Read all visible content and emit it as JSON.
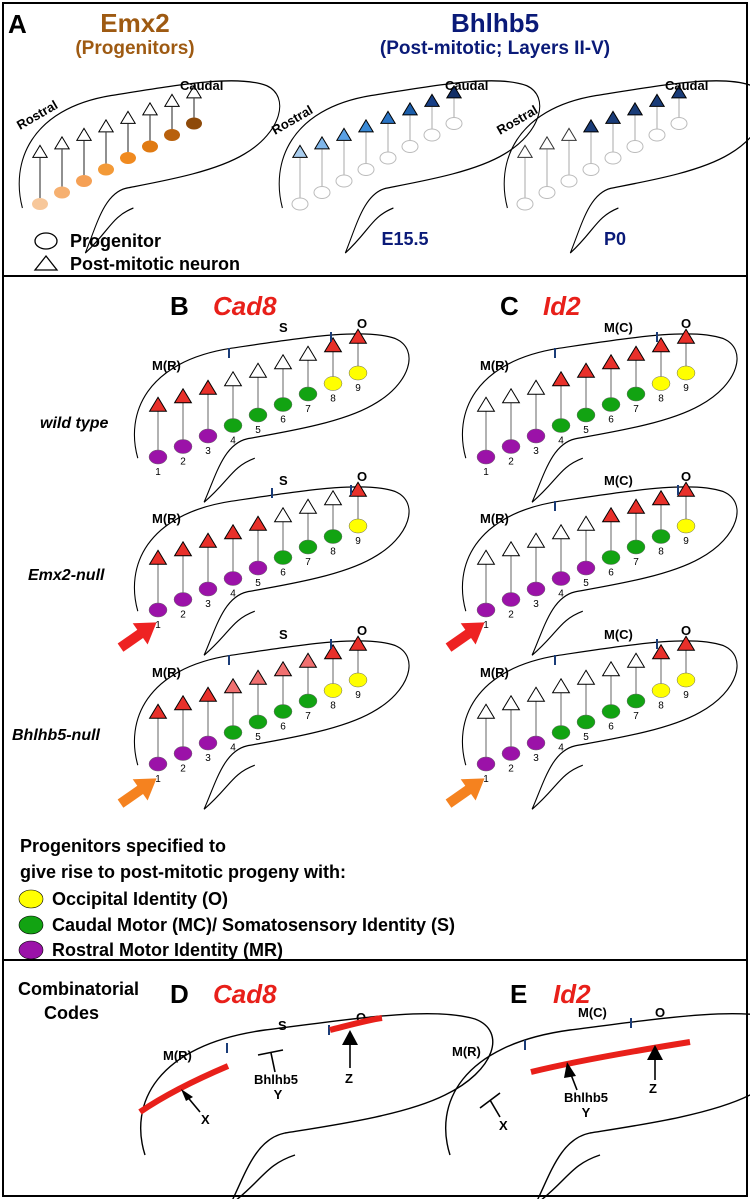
{
  "panelA": {
    "letter": "A",
    "emx2_title": "Emx2",
    "emx2_sub": "(Progenitors)",
    "bhlhb5_title": "Bhlhb5",
    "bhlhb5_sub": "(Post-mitotic; Layers II-V)",
    "rostral": "Rostral",
    "caudal": "Caudal",
    "stage1": "E15.5",
    "stage2": "P0",
    "legend_progenitor": "Progenitor",
    "legend_neuron": "Post-mitotic neuron",
    "emx2_colors": [
      "#f7c79a",
      "#f6b070",
      "#f5a055",
      "#f39a38",
      "#f08a20",
      "#e07a12",
      "#b8600c",
      "#8e4a0a"
    ],
    "e155_colors": [
      "#a9cdee",
      "#7fb6ea",
      "#5aa0e4",
      "#3a8ad6",
      "#2a74c4",
      "#1c5eaa",
      "#173f86",
      "#112e66"
    ],
    "p0_colors": [
      "#ffffff",
      "#ffffff",
      "#ffffff",
      "#1a3c78",
      "#1a3c78",
      "#1a3c78",
      "#1a3c78",
      "#1a3c78"
    ]
  },
  "panelB": {
    "letter": "B",
    "gene": "Cad8"
  },
  "panelC": {
    "letter": "C",
    "gene": "Id2"
  },
  "genotypes": [
    "wild type",
    "Emx2-null",
    "Bhlhb5-null"
  ],
  "areas": {
    "mr": "M(R)",
    "s": "S",
    "mc": "M(C)",
    "o": "O"
  },
  "neuron_numbers": [
    "1",
    "2",
    "3",
    "4",
    "5",
    "6",
    "7",
    "8",
    "9"
  ],
  "colors": {
    "purple": "#9b12a8",
    "green": "#12a312",
    "yellow": "#ffff00",
    "red": "#e8302a",
    "pink": "#f07070",
    "white": "#ffffff",
    "arrow_red": "#ee2222",
    "arrow_orange": "#f5821f",
    "gene_red": "#e8201a",
    "emx2_brown": "#9e5a12",
    "bhlhb5_navy": "#0a1a78"
  },
  "rows": {
    "B": [
      {
        "prog": [
          "purple",
          "purple",
          "purple",
          "green",
          "green",
          "green",
          "green",
          "yellow",
          "yellow"
        ],
        "tri": [
          "red",
          "red",
          "red",
          "white",
          "white",
          "white",
          "white",
          "red",
          "red"
        ]
      },
      {
        "prog": [
          "purple",
          "purple",
          "purple",
          "purple",
          "purple",
          "green",
          "green",
          "green",
          "yellow"
        ],
        "tri": [
          "red",
          "red",
          "red",
          "red",
          "red",
          "white",
          "white",
          "white",
          "red"
        ]
      },
      {
        "prog": [
          "purple",
          "purple",
          "purple",
          "green",
          "green",
          "green",
          "green",
          "yellow",
          "yellow"
        ],
        "tri": [
          "red",
          "red",
          "red",
          "pink",
          "pink",
          "pink",
          "pink",
          "red",
          "red"
        ]
      }
    ],
    "C": [
      {
        "prog": [
          "purple",
          "purple",
          "purple",
          "green",
          "green",
          "green",
          "green",
          "yellow",
          "yellow"
        ],
        "tri": [
          "white",
          "white",
          "white",
          "red",
          "red",
          "red",
          "red",
          "red",
          "red"
        ]
      },
      {
        "prog": [
          "purple",
          "purple",
          "purple",
          "purple",
          "purple",
          "green",
          "green",
          "green",
          "yellow"
        ],
        "tri": [
          "white",
          "white",
          "white",
          "white",
          "white",
          "red",
          "red",
          "red",
          "red"
        ]
      },
      {
        "prog": [
          "purple",
          "purple",
          "purple",
          "green",
          "green",
          "green",
          "green",
          "yellow",
          "yellow"
        ],
        "tri": [
          "white",
          "white",
          "white",
          "white",
          "white",
          "white",
          "white",
          "red",
          "red"
        ]
      }
    ]
  },
  "legend": {
    "heading1": "Progenitors specified to",
    "heading2": "give rise to post-mitotic progeny with:",
    "occipital": "Occipital Identity (O)",
    "caudal_motor": "Caudal Motor (MC)/ Somatosensory Identity (S)",
    "rostral_motor": "Rostral Motor Identity (MR)"
  },
  "panelDE": {
    "codes1": "Combinatorial",
    "codes2": "Codes",
    "d_letter": "D",
    "d_gene": "Cad8",
    "e_letter": "E",
    "e_gene": "Id2",
    "x": "X",
    "y": "Y",
    "z": "Z",
    "bhlhb5": "Bhlhb5"
  }
}
